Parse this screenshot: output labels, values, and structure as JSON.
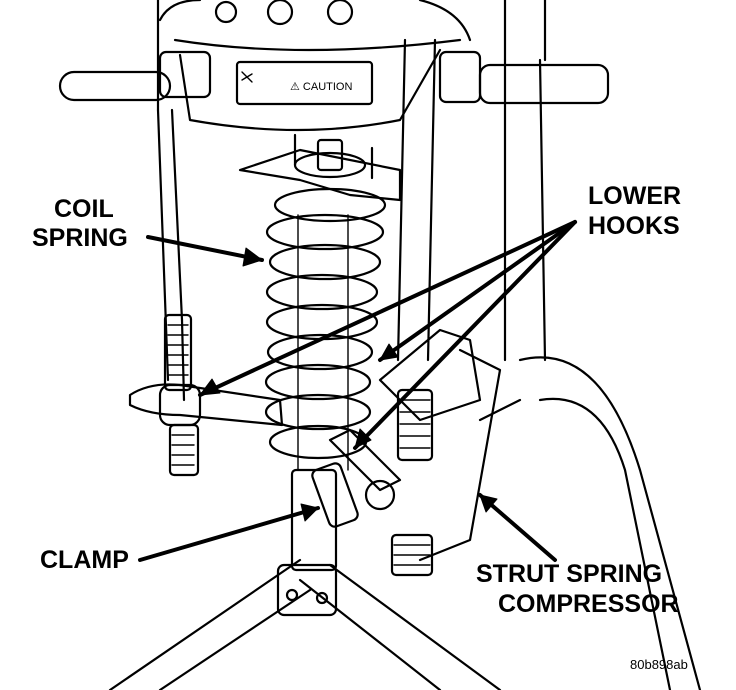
{
  "labels": {
    "coil_spring_line1": "COIL",
    "coil_spring_line2": "SPRING",
    "lower_hooks_line1": "LOWER",
    "lower_hooks_line2": "HOOKS",
    "clamp": "CLAMP",
    "compressor_line1": "STRUT SPRING",
    "compressor_line2": "COMPRESSOR"
  },
  "decal": {
    "caution": "⚠ CAUTION"
  },
  "figure_id": "80b898ab",
  "colors": {
    "ink": "#000000",
    "paper": "#ffffff"
  }
}
